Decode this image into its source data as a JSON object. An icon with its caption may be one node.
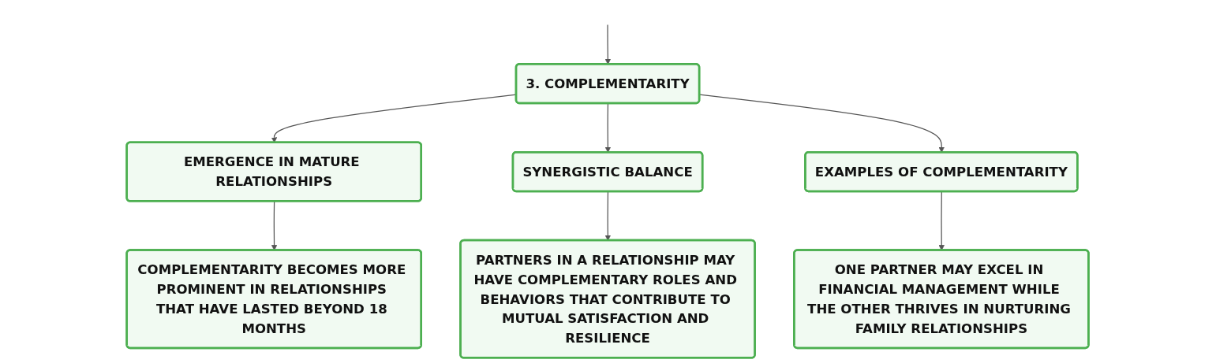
{
  "diagram": {
    "nodes": [
      {
        "text": [
          "3. COMPLEMENTARITY"
        ]
      },
      {
        "text": [
          "EMERGENCE IN MATURE RELATIONSHIPS"
        ]
      },
      {
        "text": [
          "SYNERGISTIC BALANCE"
        ]
      },
      {
        "text": [
          "EXAMPLES OF COMPLEMENTARITY"
        ]
      },
      {
        "text": [
          "COMPLEMENTARITY BECOMES MORE PROMINENT IN RELATIONSHIPS THAT HAVE LASTED BEYOND 18 MONTHS"
        ]
      },
      {
        "text": [
          "PARTNERS IN A RELATIONSHIP MAY HAVE COMPLEMENTARY ROLES AND BEHAVIORS THAT CONTRIBUTE TO MUTUAL SATISFACTION AND RESILIENCE"
        ]
      },
      {
        "text": [
          "ONE PARTNER MAY EXCEL IN FINANCIAL MANAGEMENT WHILE THE OTHER THRIVES IN NURTURING FAMILY RELATIONSHIPS"
        ]
      }
    ],
    "edges": [
      {
        "from": null,
        "to": 0,
        "arrow": "to"
      },
      {
        "from": 0,
        "to": 1,
        "arrow": "to"
      },
      {
        "from": 0,
        "to": 2,
        "arrow": "to"
      },
      {
        "from": 0,
        "to": 3,
        "arrow": "to"
      },
      {
        "from": 1,
        "to": 4,
        "arrow": "to"
      },
      {
        "from": 2,
        "to": 5,
        "arrow": "to"
      },
      {
        "from": 3,
        "to": 6,
        "arrow": "to"
      }
    ]
  }
}
